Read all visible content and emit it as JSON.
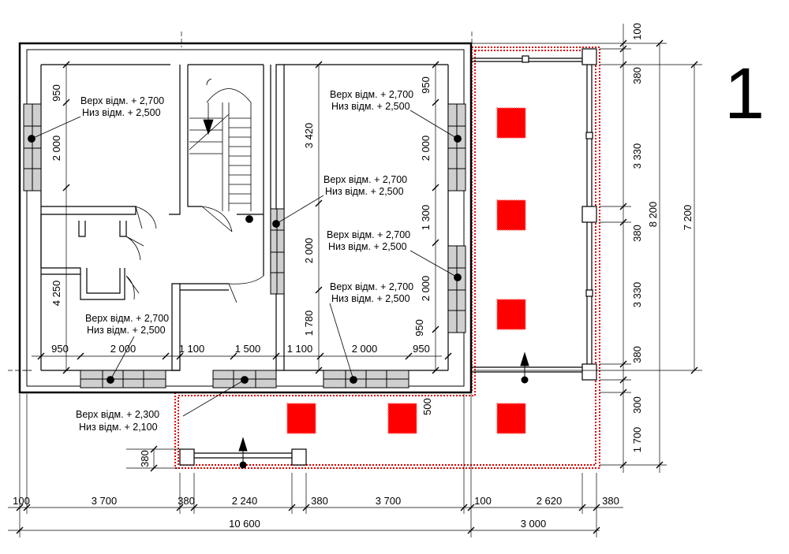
{
  "sheet_number": "1",
  "window_notes": [
    {
      "top": "Верх відм. + 2,700",
      "bottom": "Низ відм. + 2,500"
    },
    {
      "top": "Верх відм. + 2,700",
      "bottom": "Низ відм. + 2,500"
    },
    {
      "top": "Верх відм. + 2,700",
      "bottom": "Низ відм. + 2,500"
    },
    {
      "top": "Верх відм. + 2,700",
      "bottom": "Низ відм. + 2,500"
    },
    {
      "top": "Верх відм. + 2,700",
      "bottom": "Низ відм. + 2,500"
    },
    {
      "top": "Верх відм. + 2,700",
      "bottom": "Низ відм. + 2,500"
    },
    {
      "top": "Верх відм. + 2,300",
      "bottom": "Низ відм. + 2,100"
    }
  ],
  "dimensions": {
    "left_wall": [
      "950",
      "2 000",
      "4 250"
    ],
    "mid_wall": [
      "3 420",
      "2 000",
      "1 780"
    ],
    "right_wall": [
      "950",
      "2 000",
      "1 300",
      "2 000",
      "950"
    ],
    "interior_row": [
      "950",
      "2 000",
      "1 100",
      "1 500",
      "1 100",
      "2 000",
      "950"
    ],
    "right_chain": [
      "100",
      "380",
      "3 330",
      "380",
      "3 330",
      "380",
      "300",
      "1 700"
    ],
    "right_overall": [
      "8 200",
      "7 200"
    ],
    "porch_small": [
      "380"
    ],
    "porch_gap": [
      "500"
    ],
    "bottom_chain": [
      "100",
      "3 700",
      "380",
      "2 240",
      "380",
      "3 700",
      "100",
      "2 620",
      "380"
    ],
    "bottom_overall": [
      "10 600",
      "3 000"
    ]
  }
}
